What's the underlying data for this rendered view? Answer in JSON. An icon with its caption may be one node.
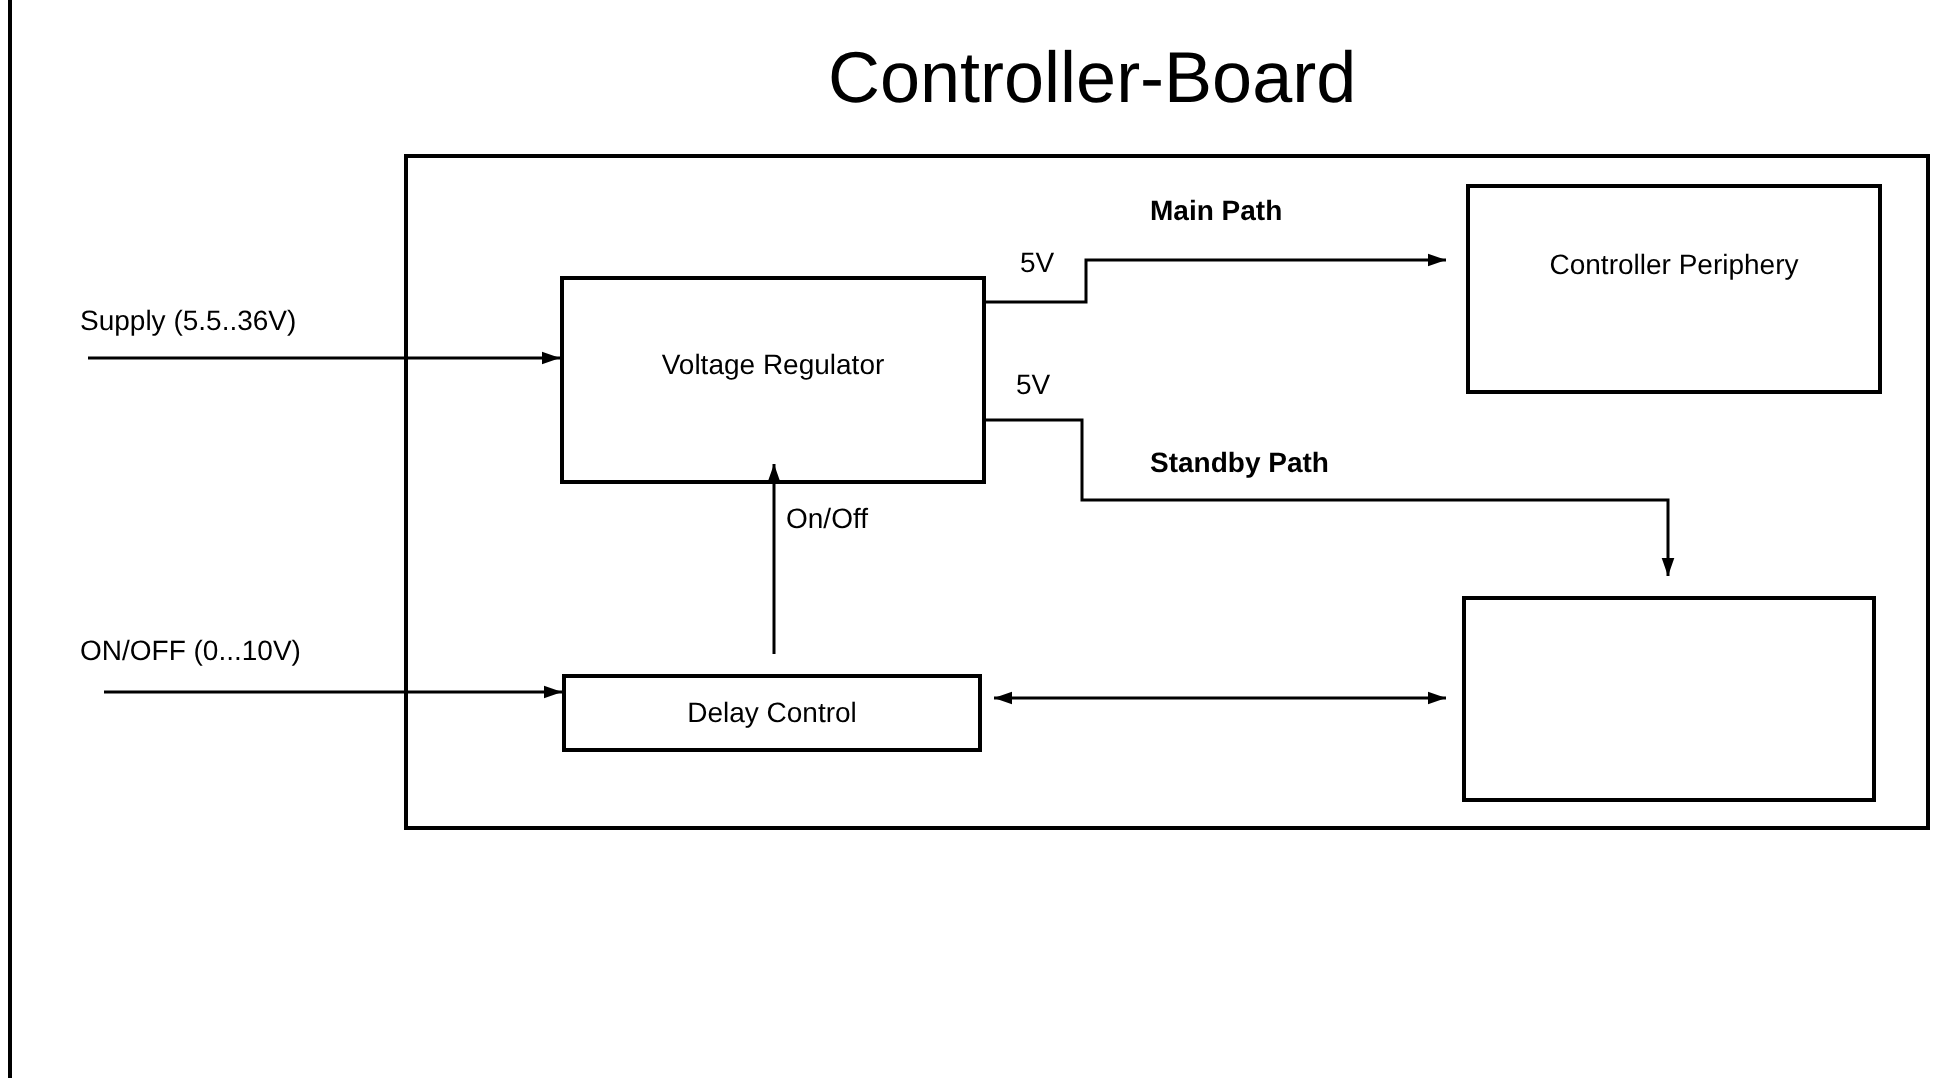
{
  "diagram": {
    "nodes": [
      {
        "text": [
          "Controller-Board"
        ]
      },
      {
        "text": [
          "Voltage Regulator"
        ],
        "in": 0
      },
      {
        "text": [
          "Controller Periphery"
        ],
        "in": 0
      },
      {
        "text": [
          "Delay Control"
        ],
        "in": 0
      },
      {
        "text": [],
        "shape": "box",
        "in": 0
      }
    ],
    "edges": [
      {
        "from": null,
        "to": 1,
        "arrow": "to",
        "label": "Supply (5.5..36V)"
      },
      {
        "from": null,
        "to": 3,
        "arrow": "to",
        "label": "ON/OFF (0...10V)"
      },
      {
        "from": 1,
        "to": 2,
        "arrow": "to",
        "label": "Main Path"
      },
      {
        "from": 1,
        "to": 4,
        "arrow": "to",
        "label": "Standby Path"
      },
      {
        "from": 3,
        "to": 1,
        "arrow": "to",
        "label": "On/Off"
      },
      {
        "from": 3,
        "to": 4,
        "arrow": "both"
      }
    ],
    "labels": [
      "5V",
      "5V"
    ]
  }
}
